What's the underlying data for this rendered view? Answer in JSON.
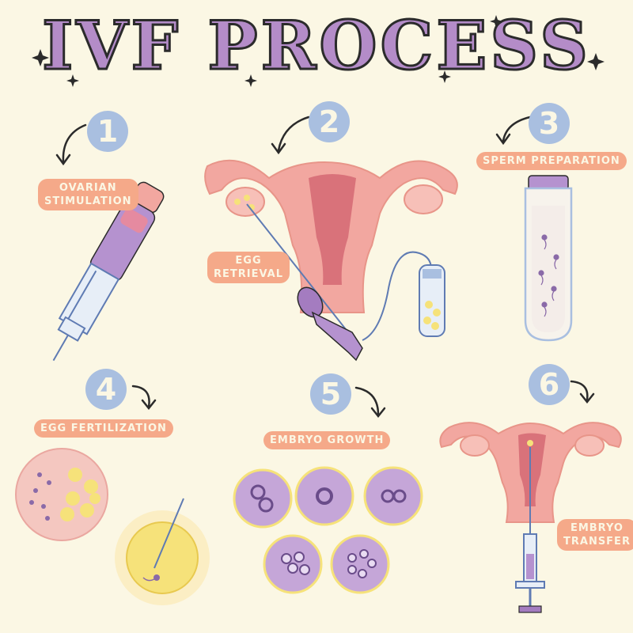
{
  "title": "IVF PROCESS",
  "steps": [
    {
      "number": "1",
      "label_line1": "OVARIAN",
      "label_line2": "STIMULATION"
    },
    {
      "number": "2",
      "label_line1": "EGG",
      "label_line2": "RETRIEVAL"
    },
    {
      "number": "3",
      "label_line1": "SPERM PREPARATION",
      "label_line2": ""
    },
    {
      "number": "4",
      "label_line1": "EGG FERTILIZATION",
      "label_line2": ""
    },
    {
      "number": "5",
      "label_line1": "EMBRYO GROWTH",
      "label_line2": ""
    },
    {
      "number": "6",
      "label_line1": "EMBRYO",
      "label_line2": "TRANSFER"
    }
  ],
  "colors": {
    "background": "#fbf7e4",
    "title_fill": "#b48cc8",
    "number_badge": "#a9bfe0",
    "label_badge": "#f5a989",
    "uterus": "#f2a7a0",
    "purple": "#b592cf",
    "yellow": "#f6e27a"
  }
}
